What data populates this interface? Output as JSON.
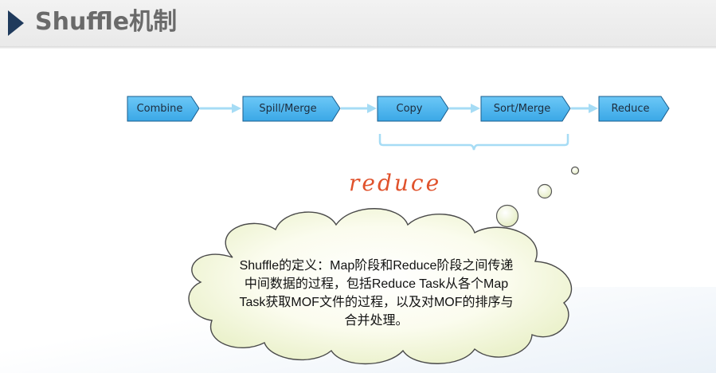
{
  "slide": {
    "title": "Shuffle机制"
  },
  "flow": {
    "steps": [
      "Combine",
      "Spill/Merge",
      "Copy",
      "Sort/Merge",
      "Reduce"
    ],
    "bracket_annotation": "reduce",
    "box_color": "#48b4f0",
    "arrow_color": "#a6dcf5",
    "annotation_color": "#e0522c"
  },
  "note": {
    "text": "Shuffle的定义：Map阶段和Reduce阶段之间传递中间数据的过程，包括Reduce Task从各个Map Task获取MOF文件的过程，以及对MOF的排序与合并处理。"
  }
}
